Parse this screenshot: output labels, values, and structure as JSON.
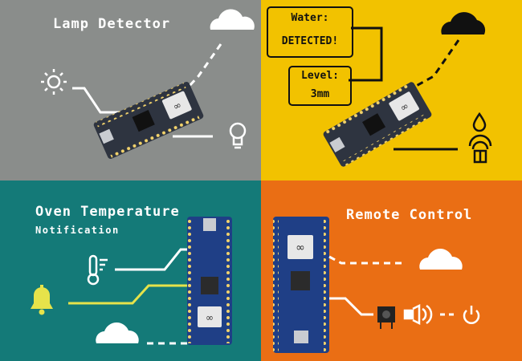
{
  "panels": {
    "lamp": {
      "title": "Lamp Detector",
      "bg": "#8a8d8b"
    },
    "water": {
      "lcd_water_label": "Water:",
      "lcd_water_value": "DETECTED!",
      "lcd_level_label": "Level:",
      "lcd_level_value": "3mm",
      "bg": "#f2c200"
    },
    "oven": {
      "title": "Oven Temperature",
      "subtitle": "Notification",
      "bg": "#147a78"
    },
    "remote": {
      "title": "Remote Control",
      "bg": "#ea6e14"
    }
  },
  "icons": [
    "cloud-icon",
    "sun-icon",
    "bulb-icon",
    "water-drop-icon",
    "water-sensor-icon",
    "thermometer-icon",
    "bell-icon",
    "button-icon",
    "sound-signal-icon",
    "power-icon"
  ],
  "colors": {
    "board_blue": "#1f3f86",
    "board_dark": "#2e3440",
    "accent_lime": "#e6e34a"
  }
}
